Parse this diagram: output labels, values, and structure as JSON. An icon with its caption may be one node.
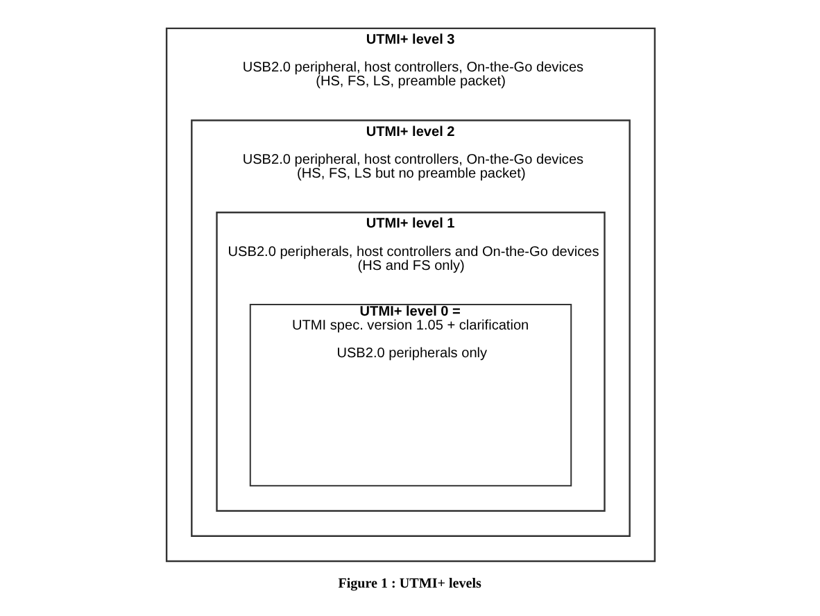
{
  "diagram": {
    "caption": "Figure 1 : UTMI+ levels",
    "nodes": [
      {
        "text": [
          "UTMI+ level 3",
          "USB2.0 peripheral, host controllers, On-the-Go devices (HS, FS, LS, preamble packet)"
        ]
      },
      {
        "text": [
          "UTMI+ level 2",
          "USB2.0 peripheral, host controllers, On-the-Go devices (HS, FS, LS but no preamble packet)"
        ],
        "in": 0
      },
      {
        "text": [
          "UTMI+ level 1",
          "USB2.0 peripherals, host controllers and On-the-Go devices (HS and FS only)"
        ],
        "in": 1
      },
      {
        "text": [
          "UTMI+ level 0 =",
          "UTMI spec. version 1.05 + clarification",
          "USB2.0 peripherals only"
        ],
        "in": 2
      }
    ]
  }
}
